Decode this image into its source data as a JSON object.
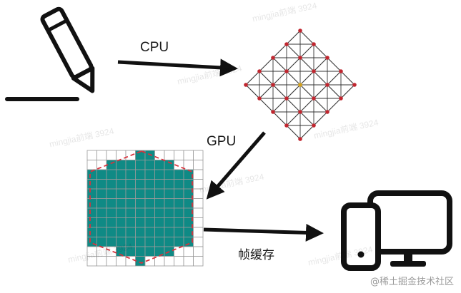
{
  "labels": {
    "cpu": "CPU",
    "gpu": "GPU",
    "frame_buffer": "帧缓存"
  },
  "watermark": {
    "text": "mingjia前端 3924",
    "credit": "@稀土掘金技术社区"
  },
  "icons": {
    "pencil": "pencil-icon",
    "mesh": "vector-mesh",
    "raster": "rasterized-hexagon-grid",
    "display": "phone-and-monitor-icon"
  },
  "colors": {
    "line": "#111111",
    "node": "#c0262f",
    "center_node": "#d4a017",
    "cell_fill": "#0f8a85",
    "grid": "#999999",
    "outline": "#d9323c"
  }
}
